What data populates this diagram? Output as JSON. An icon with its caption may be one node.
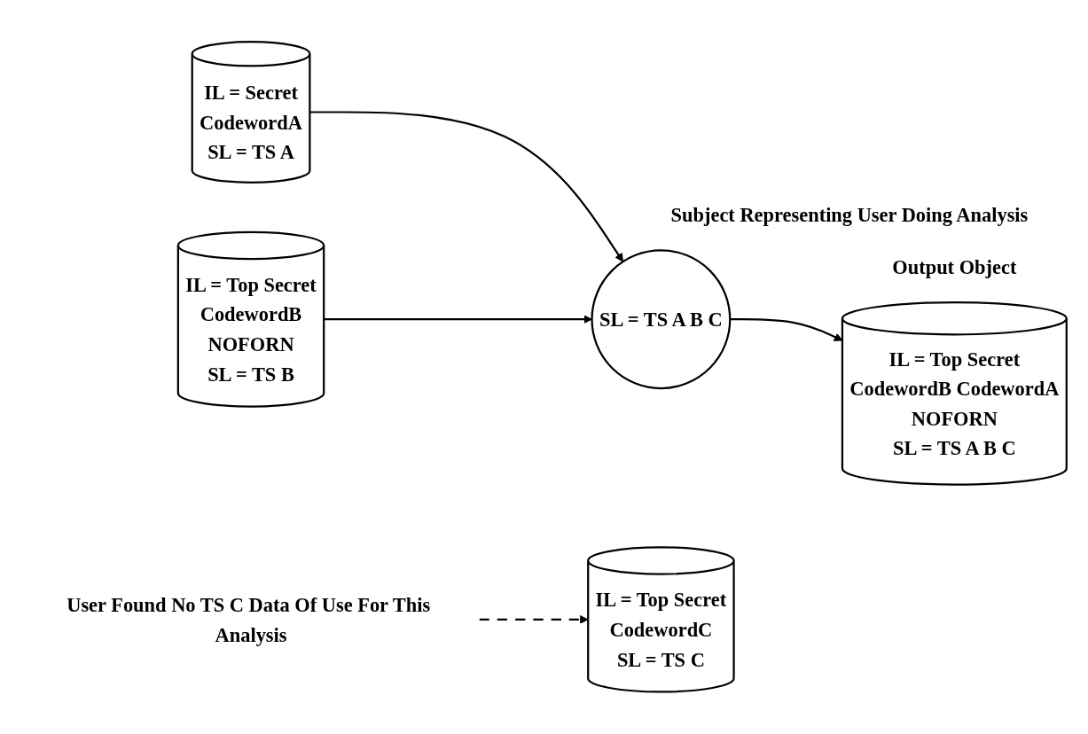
{
  "diagram": {
    "nodes": [
      {
        "text": [
          "IL = Secret",
          "CodewordA",
          "SL = TS A"
        ]
      },
      {
        "text": [
          "IL = Top Secret",
          "CodewordB",
          "NOFORN",
          "SL = TS B"
        ]
      },
      {
        "text": [
          "SL = TS A B C"
        ],
        "beside": [
          "Subject Representing User Doing Analysis"
        ]
      },
      {
        "text": [
          "IL = Top Secret",
          "CodewordB CodewordA",
          "NOFORN",
          "SL = TS A B C"
        ],
        "beside": [
          "Output Object"
        ]
      },
      {
        "text": [
          "IL = Top Secret",
          "CodewordC",
          "SL = TS C"
        ]
      },
      {
        "text": [
          "User Found No TS C Data Of Use For This Analysis"
        ]
      }
    ],
    "edges": [
      {
        "from": 0,
        "to": 2,
        "arrow": "to"
      },
      {
        "from": 1,
        "to": 2,
        "arrow": "to"
      },
      {
        "from": 2,
        "to": 3,
        "arrow": "to"
      },
      {
        "from": 5,
        "to": 4,
        "arrow": "to",
        "style": "dashed"
      }
    ]
  }
}
